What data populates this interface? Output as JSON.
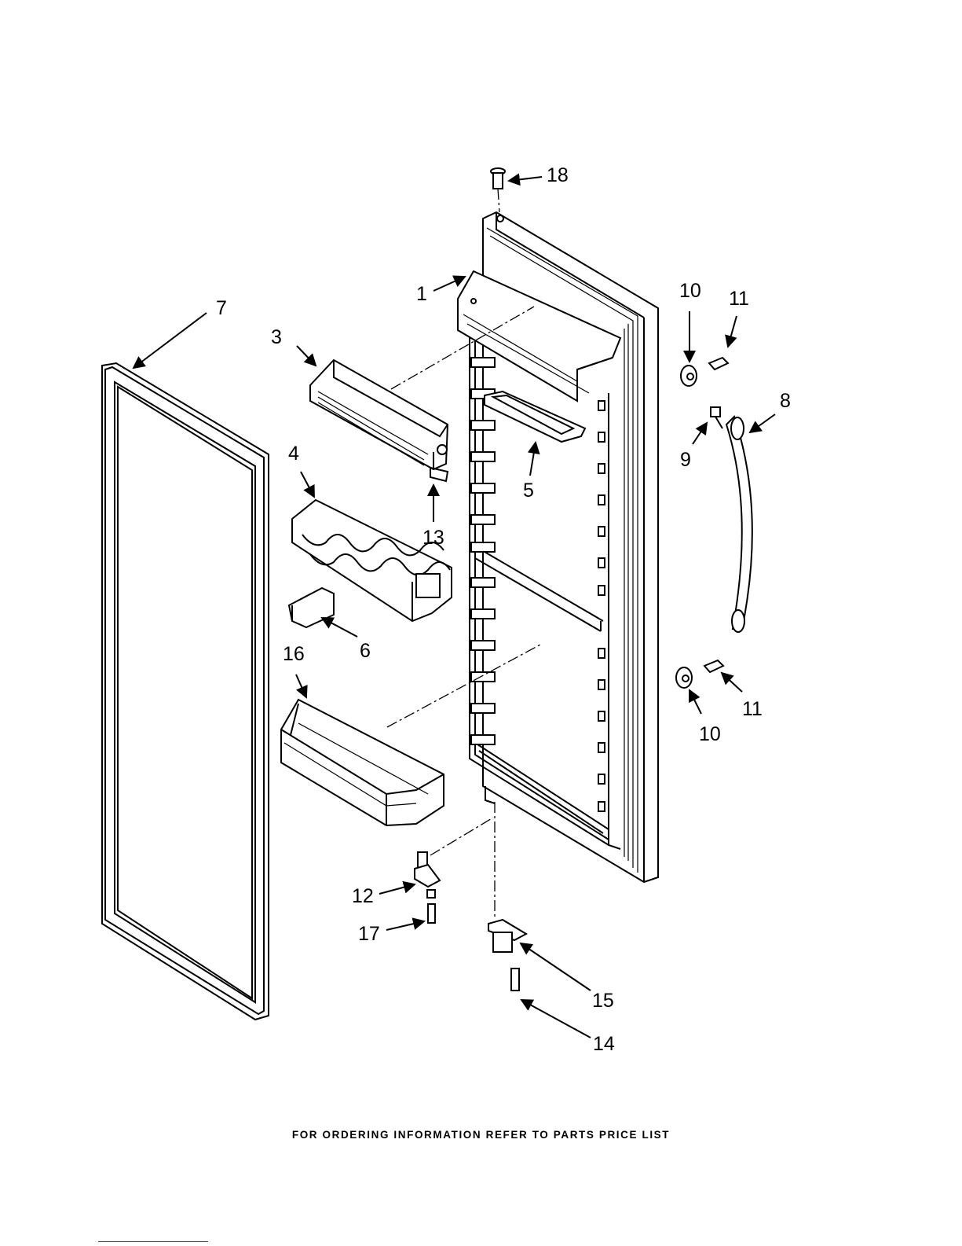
{
  "callouts": {
    "c1": "1",
    "c3": "3",
    "c4": "4",
    "c5": "5",
    "c6": "6",
    "c7": "7",
    "c8": "8",
    "c9": "9",
    "c10a": "10",
    "c10b": "10",
    "c11a": "11",
    "c11b": "11",
    "c12": "12",
    "c13": "13",
    "c14": "14",
    "c15": "15",
    "c16": "16",
    "c17": "17",
    "c18": "18"
  },
  "footer": {
    "text": "FOR ORDERING INFORMATION REFER TO PARTS PRICE LIST"
  }
}
